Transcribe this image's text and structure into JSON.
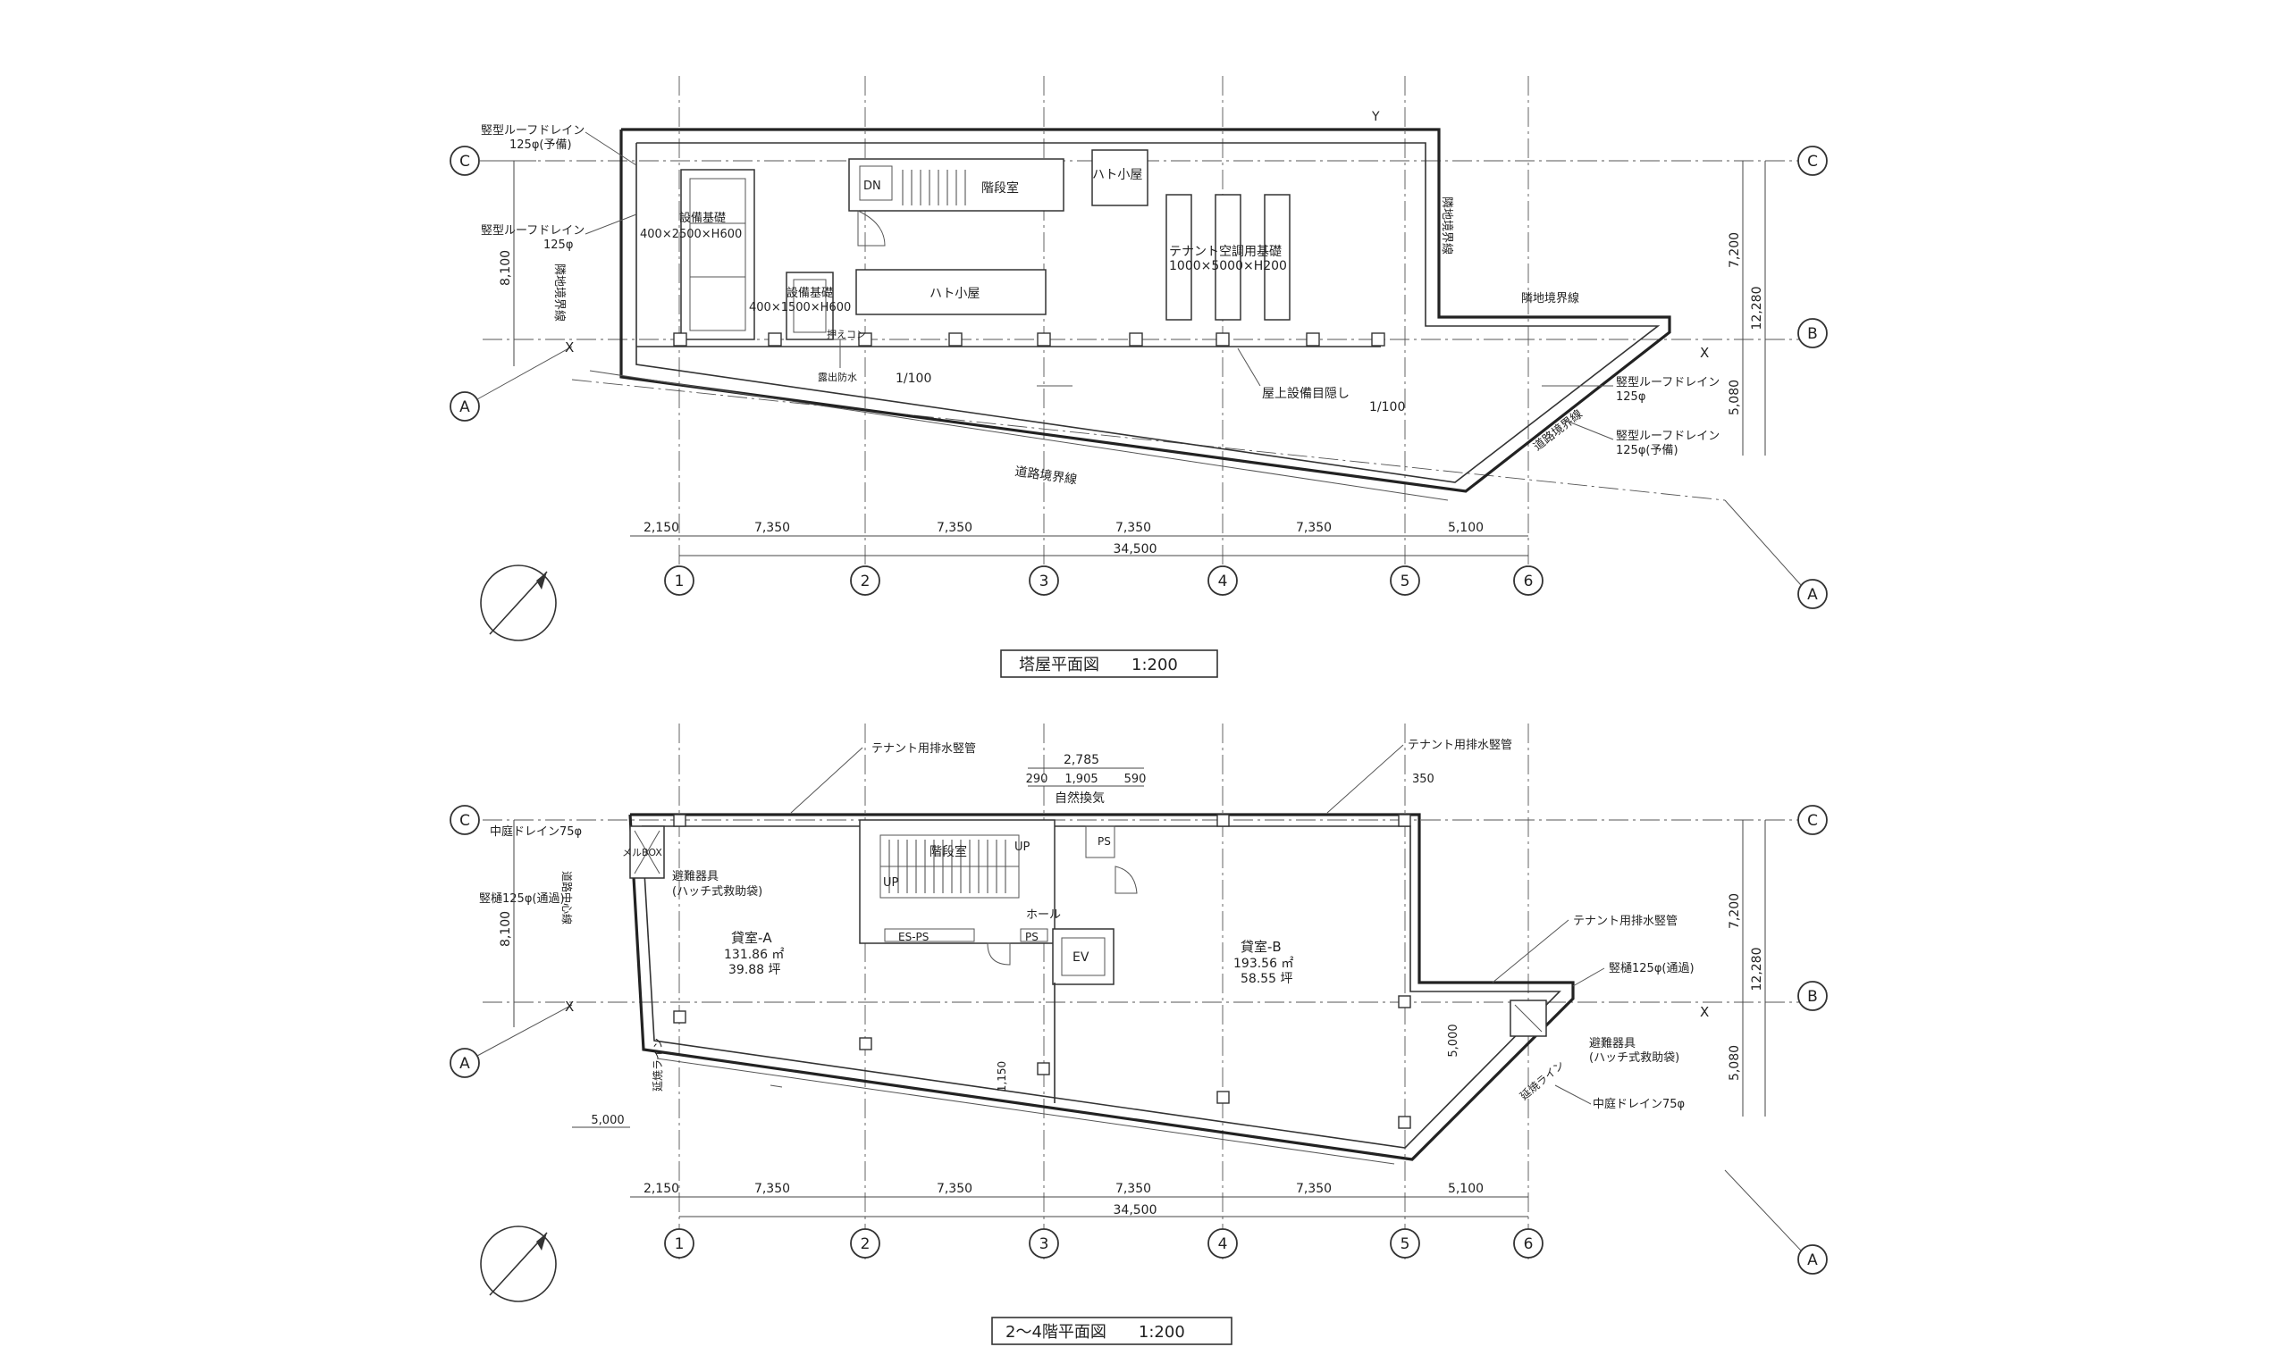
{
  "sheet": {
    "upper_title": "塔屋平面図　　1:200",
    "lower_title": "2〜4階平面図　　1:200"
  },
  "grid": {
    "cols": [
      "1",
      "2",
      "3",
      "4",
      "5",
      "6"
    ],
    "rows": [
      "C",
      "B",
      "A"
    ],
    "section_mark": "X",
    "section_mark_y": "Y"
  },
  "dims": {
    "spans": [
      "2,150",
      "7,350",
      "7,350",
      "7,350",
      "7,350",
      "5,100"
    ],
    "total": "34,500",
    "v_total_left": "8,100",
    "v_cb": "7,200",
    "v_ba": "5,080",
    "v_total_right": "12,280",
    "lower_top": [
      "2,785",
      "290",
      "1,905",
      "590"
    ],
    "lower_350": "350",
    "lower_5000_h": "5,000",
    "lower_5000_v": "5,000",
    "lower_1150": "1,150"
  },
  "roof": {
    "drain_c1": "竪型ルーフドレイン",
    "drain_c2": "125φ(予備)",
    "drain_m1": "竪型ルーフドレイン",
    "drain_m2": "125φ",
    "boundary_left": "隣地境界線",
    "boundary_right_v": "隣地境界線",
    "boundary_right_h": "隣地境界線",
    "equip1_a": "設備基礎",
    "equip1_b": "400×2500×H600",
    "equip2_a": "設備基礎",
    "equip2_b": "400×1500×H600",
    "stair": "階段室",
    "dn": "DN",
    "pigeon_top": "ハト小屋",
    "pigeon_mid": "ハト小屋",
    "tenant_ac_a": "テナント空調用基礎",
    "tenant_ac_b": "1000×5000×H200",
    "osae": "押えコン",
    "dekake": "露出防水",
    "slope1": "1/100",
    "slope2": "1/100",
    "screen": "屋上設備目隠し",
    "drain_r1": "竪型ルーフドレイン",
    "drain_r1b": "125φ",
    "drain_r2": "竪型ルーフドレイン",
    "drain_r2b": "125φ(予備)",
    "road": "道路境界線",
    "road_r": "道路境界線"
  },
  "floor": {
    "tenant_drain_l": "テナント用排水竪管",
    "tenant_drain_r": "テナント用排水竪管",
    "tenant_drain_mid": "テナント用排水竪管",
    "natural_vent": "自然換気",
    "drain75_l": "中庭ドレイン75φ",
    "riser_l": "竪樋125φ(通過)",
    "road_center": "道路中心線",
    "mbox": "メルBOX",
    "escape_l_a": "避難器具",
    "escape_l_b": "(ハッチ式救助袋)",
    "stair": "階段室",
    "up1": "UP",
    "up2": "UP",
    "ps1": "PS",
    "ps2": "PS",
    "esps": "ES-PS",
    "hall": "ホール",
    "ev": "EV",
    "room_a": "貸室-A",
    "room_a_m2": "131.86 ㎡",
    "room_a_tsubo": "39.88 坪",
    "room_b": "貸室-B",
    "room_b_m2": "193.56 ㎡",
    "room_b_tsubo": "58.55 坪",
    "riser_r": "竪樋125φ(通過)",
    "escape_r_a": "避難器具",
    "escape_r_b": "(ハッチ式救助袋)",
    "drain75_r": "中庭ドレイン75φ",
    "setback_l": "延焼ライン",
    "setback_r": "延焼ライン"
  }
}
